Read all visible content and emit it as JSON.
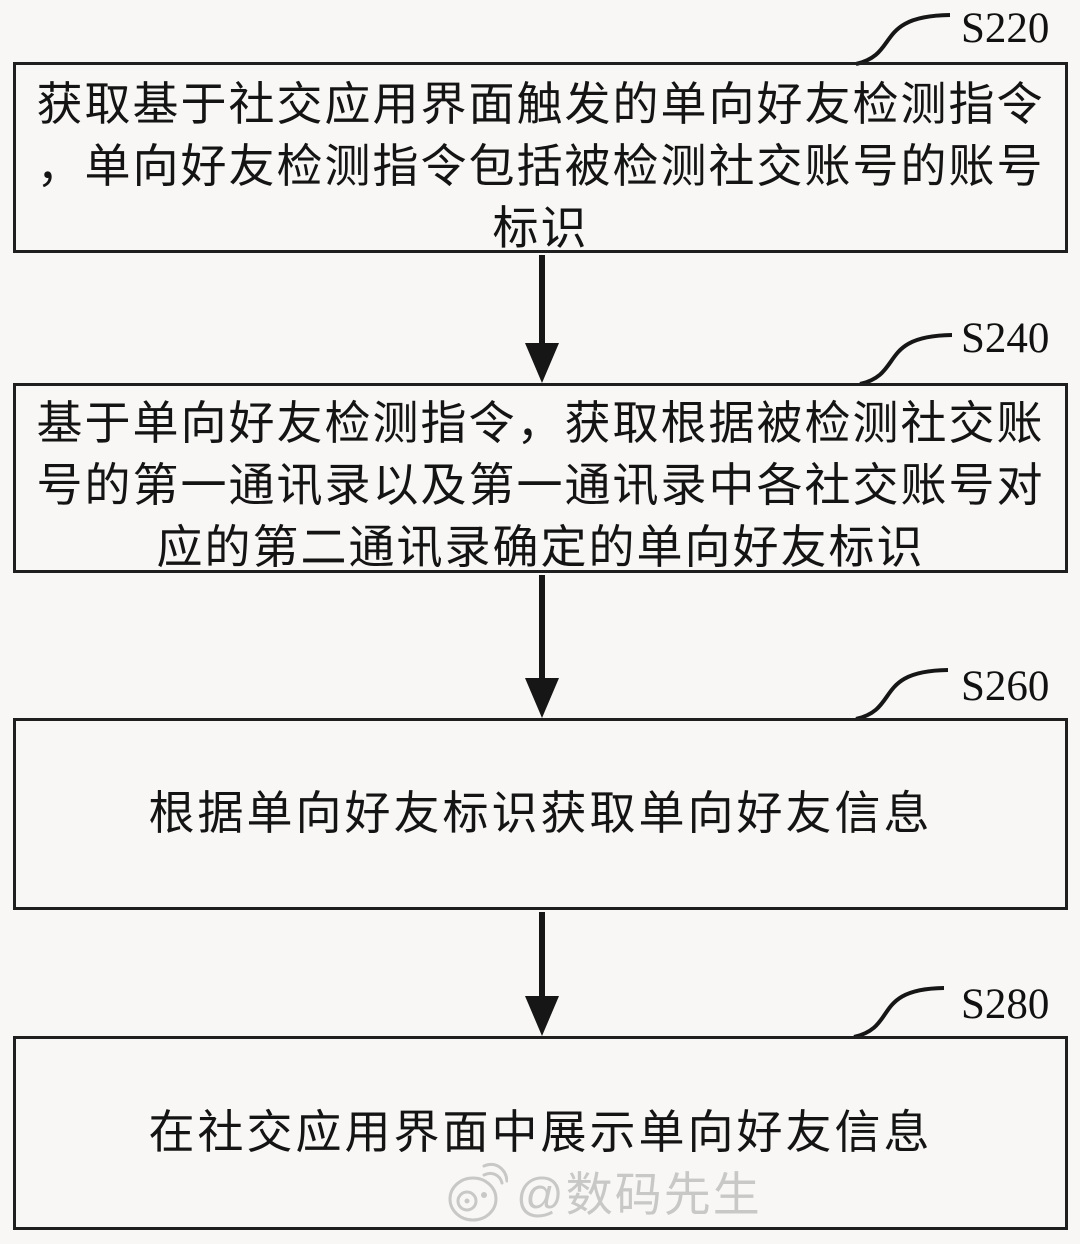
{
  "steps": [
    {
      "id": "S220",
      "lines": [
        "获取基于社交应用界面触发的单向好友检测指令",
        "，单向好友检测指令包括被检测社交账号的账号",
        "标识"
      ]
    },
    {
      "id": "S240",
      "lines": [
        "基于单向好友检测指令，获取根据被检测社交账",
        "号的第一通讯录以及第一通讯录中各社交账号对",
        "应的第二通讯录确定的单向好友标识"
      ]
    },
    {
      "id": "S260",
      "lines": [
        "根据单向好友标识获取单向好友信息"
      ]
    },
    {
      "id": "S280",
      "lines": [
        "在社交应用界面中展示单向好友信息"
      ]
    }
  ],
  "watermark": {
    "text": "@数码先生",
    "icon": "weibo-icon"
  },
  "colors": {
    "ink": "#1f1f1f",
    "background": "#f8f7f5",
    "watermark": "#c3c3c3"
  }
}
